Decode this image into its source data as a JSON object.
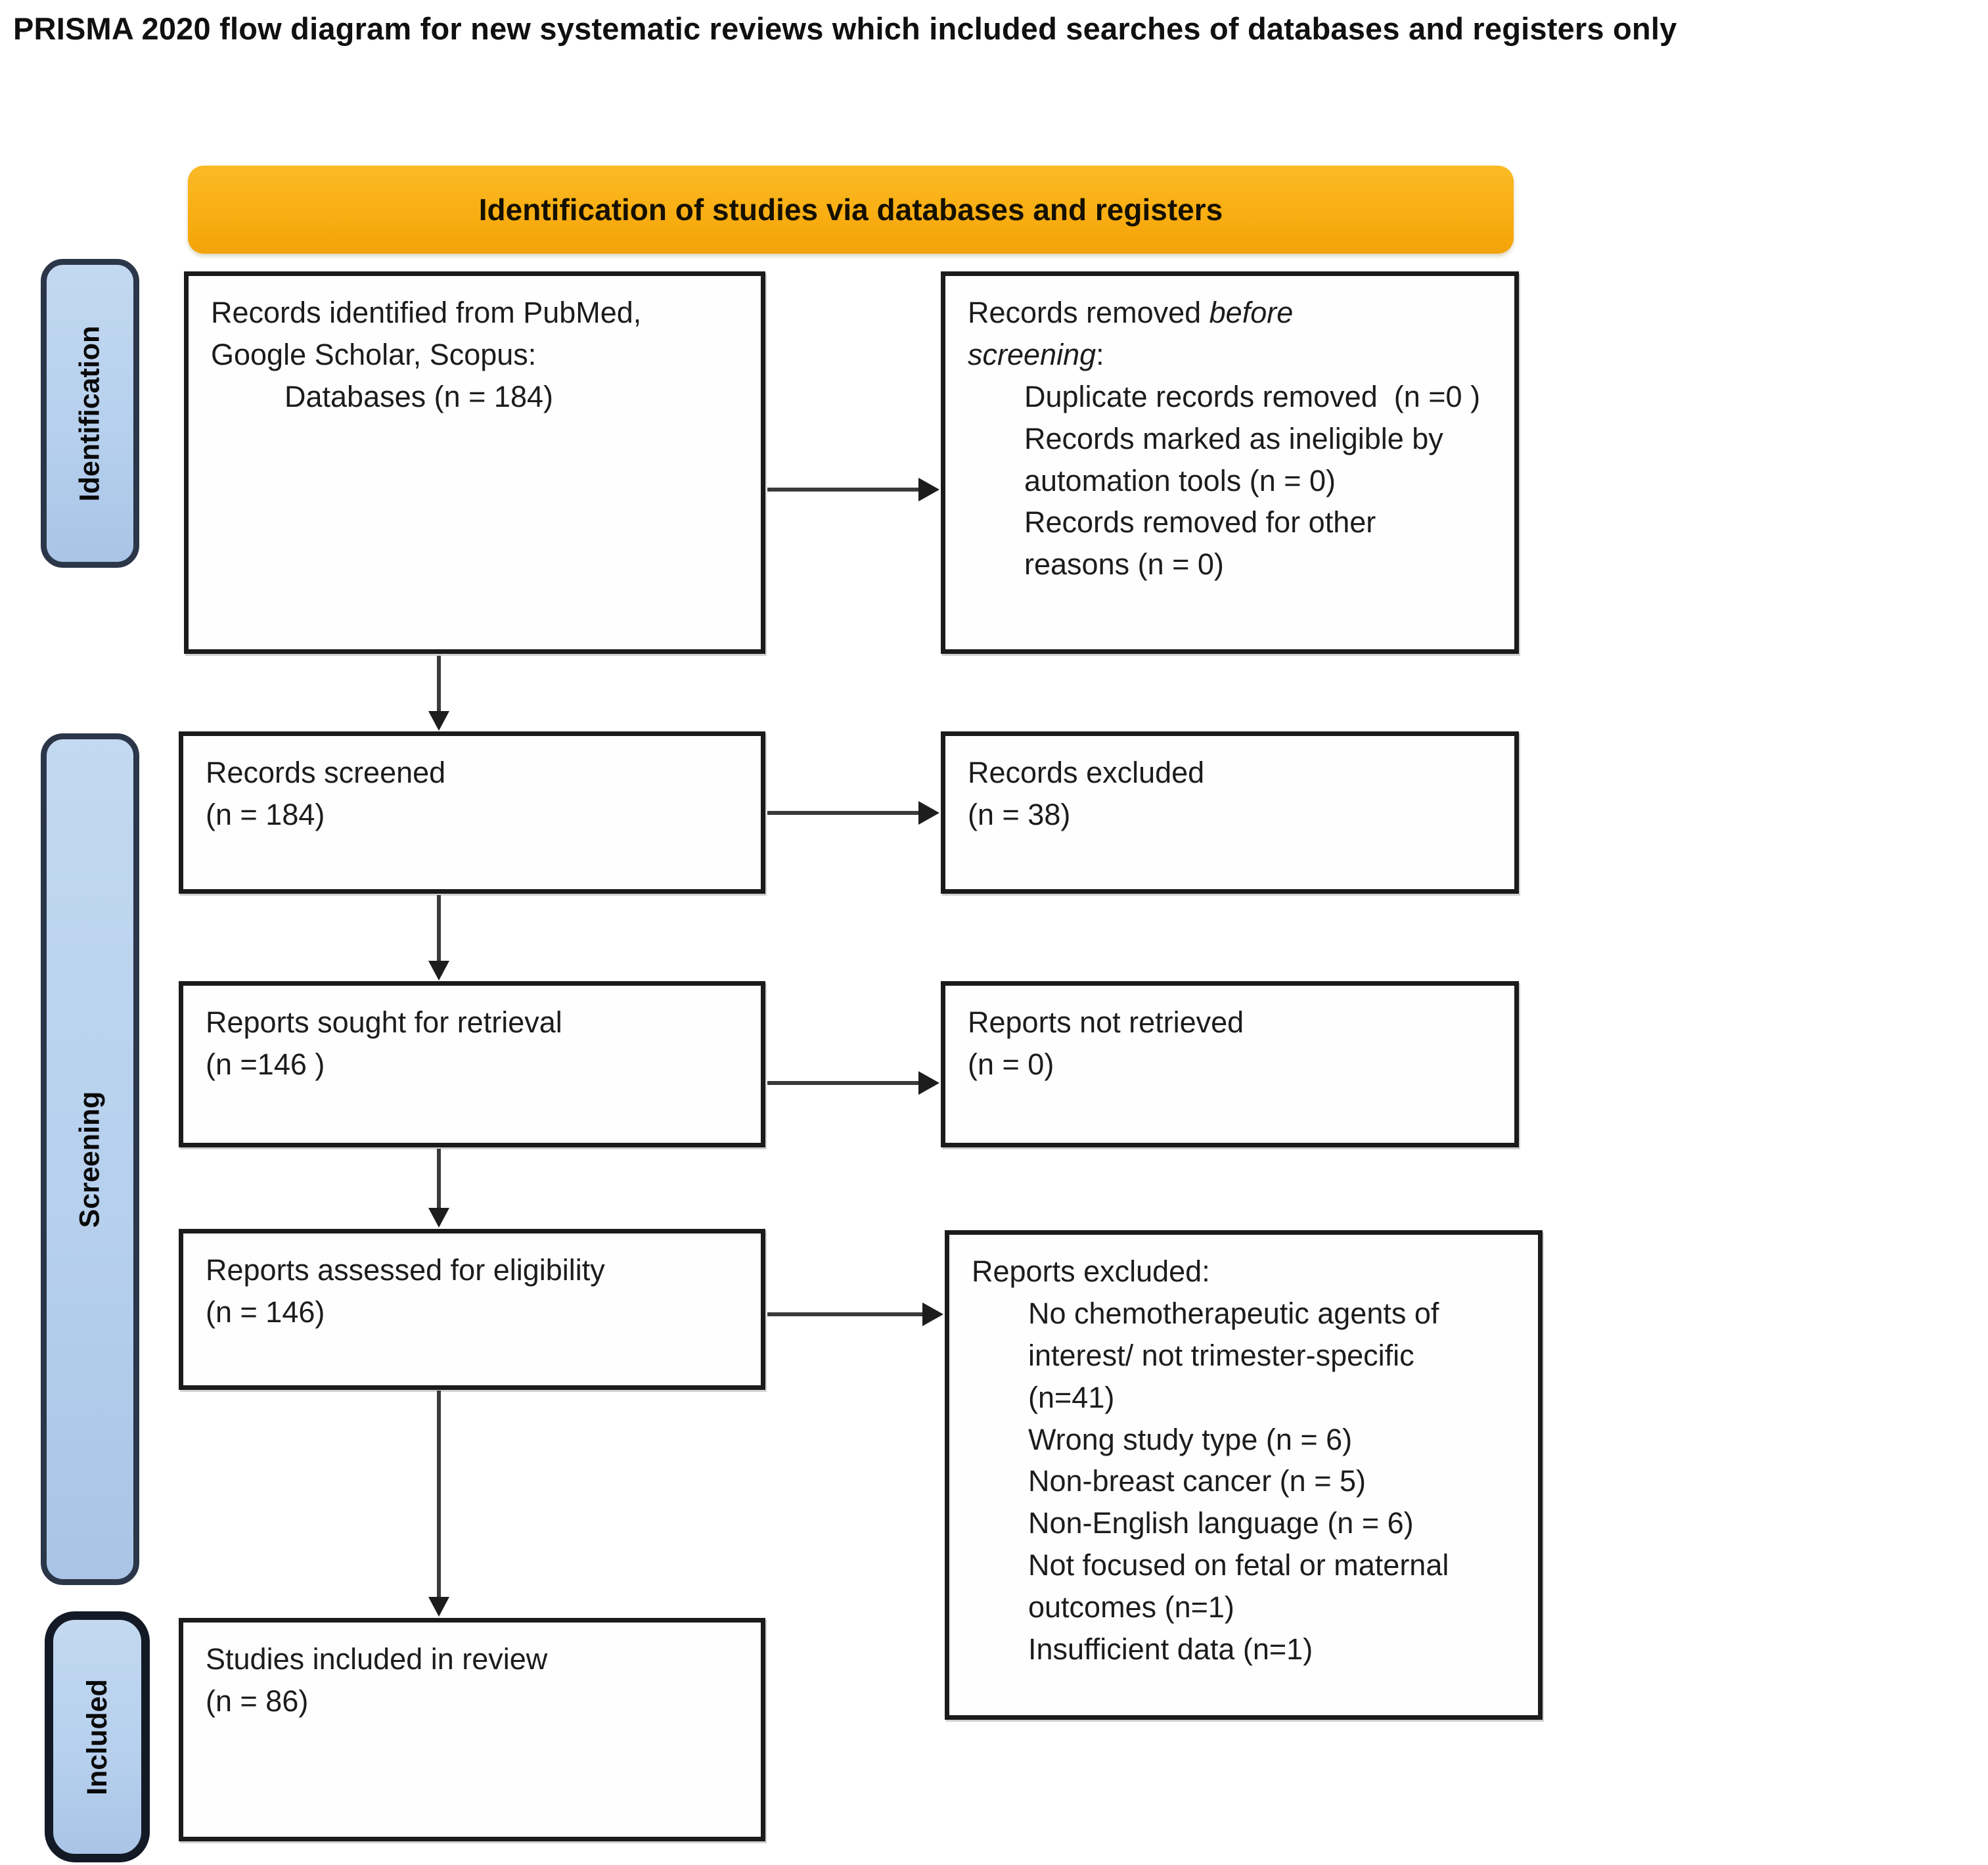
{
  "title": "PRISMA 2020 flow diagram for new systematic reviews which included searches of databases and registers only",
  "banner": {
    "label": "Identification of studies via databases and registers"
  },
  "stages": [
    {
      "label": "Identification"
    },
    {
      "label": "Screening"
    },
    {
      "label": "Included"
    }
  ],
  "boxes": {
    "records_identified": {
      "line1": "Records identified from PubMed,",
      "line2": "Google Scholar, Scopus:",
      "line3": "Databases (n = 184)"
    },
    "records_removed": {
      "prefix": "Records removed ",
      "emphasis": "before screening",
      "suffix": ":",
      "items": [
        "Duplicate records removed  (n =0 )",
        "Records marked as ineligible by automation tools (n = 0)",
        "Records removed for other reasons (n = 0)"
      ]
    },
    "records_screened": {
      "line1": "Records screened",
      "line2": "(n = 184)"
    },
    "records_excluded": {
      "line1": "Records excluded",
      "line2": "(n = 38)"
    },
    "reports_sought": {
      "line1": "Reports sought for retrieval",
      "line2": "(n =146 )"
    },
    "reports_not_retrieved": {
      "line1": "Reports not retrieved",
      "line2": "(n = 0)"
    },
    "reports_assessed": {
      "line1": "Reports assessed for eligibility",
      "line2": "(n = 146)"
    },
    "reports_excluded": {
      "heading": "Reports excluded:",
      "items": [
        "No chemotherapeutic agents of interest/ not trimester-specific (n=41)",
        "Wrong study type (n = 6)",
        "Non-breast cancer (n = 5)",
        "Non-English language (n = 6)",
        "Not focused on fetal or maternal outcomes (n=1)",
        "Insufficient data (n=1)"
      ]
    },
    "studies_included": {
      "line1": "Studies included in review",
      "line2": "(n = 86)"
    }
  },
  "colors": {
    "banner_bg": "#F9AE13",
    "stage_bg": "#B5CFED",
    "stage_border": "#2B3648",
    "box_border": "#1B1B1B",
    "arrow": "#3A3A3A",
    "text": "#1C1C1C"
  }
}
